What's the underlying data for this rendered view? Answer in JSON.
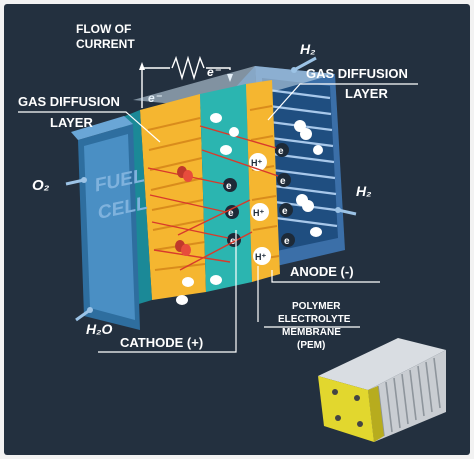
{
  "colors": {
    "background": "#23303f",
    "frame": "#f2f2f2",
    "cathode_plate": "#4a8fc4",
    "cathode_side": "#2e6e9f",
    "anode_plate": "#3b6fa8",
    "gas_diffusion_layer": "#f5b630",
    "gas_diffusion_dark": "#d98c1c",
    "membrane": "#2bb5b0",
    "electron_arrow": "#d83a2c",
    "label_text": "#ffffff"
  },
  "labels": {
    "flow_of_current_1": "FLOW OF",
    "flow_of_current_2": "CURRENT",
    "gas_diffusion_left_1": "GAS DIFFUSION",
    "gas_diffusion_left_2": "LAYER",
    "gas_diffusion_right_1": "GAS DIFFUSION",
    "gas_diffusion_right_2": "LAYER",
    "fuel_cell_1": "FUEL",
    "fuel_cell_2": "CELL",
    "anode": "ANODE (-)",
    "cathode": "CATHODE (+)",
    "pem_1": "POLYMER",
    "pem_2": "ELECTROLYTE",
    "pem_3": "MEMBRANE",
    "pem_4": "(PEM)",
    "o2": "O₂",
    "h2_top": "H₂",
    "h2_right": "H₂",
    "h2o": "H₂O",
    "electron_left": "e⁻",
    "electron_right": "e⁻",
    "electron_symbol": "e",
    "proton_symbol": "H⁺"
  },
  "icons": [
    "resistor-icon",
    "fuel-cell-stack-icon"
  ]
}
